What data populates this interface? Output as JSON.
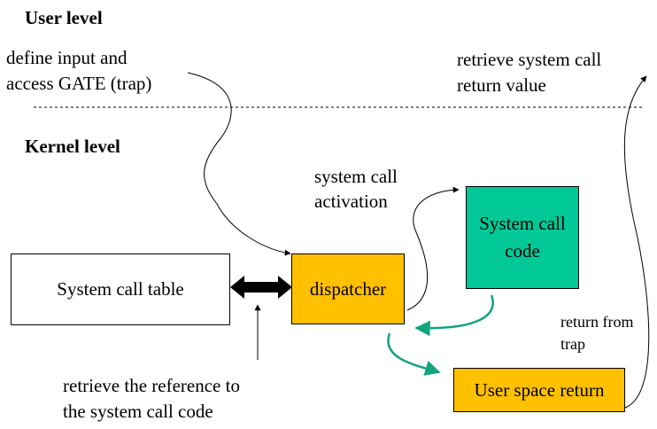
{
  "labels": {
    "user_level": "User level",
    "kernel_level": "Kernel level",
    "define_input_line1": "define input and",
    "define_input_line2": "access GATE (trap)",
    "retrieve_return_line1": "retrieve system call",
    "retrieve_return_line2": "return value",
    "activation_line1": "system call",
    "activation_line2": "activation",
    "return_trap_line1": "return from",
    "return_trap_line2": "trap",
    "retrieve_ref_line1": "retrieve the reference to",
    "retrieve_ref_line2": "the system call code"
  },
  "boxes": {
    "syscall_table": "System call table",
    "dispatcher": "dispatcher",
    "syscall_code_line1": "System call",
    "syscall_code_line2": "code",
    "user_space_return": "User space return"
  },
  "colors": {
    "dispatcher_fill": "#ffc000",
    "syscall_code_fill": "#00c896",
    "user_return_fill": "#ffc000",
    "table_fill": "#ffffff",
    "green_arrow": "#12a37e",
    "line": "#000000"
  }
}
